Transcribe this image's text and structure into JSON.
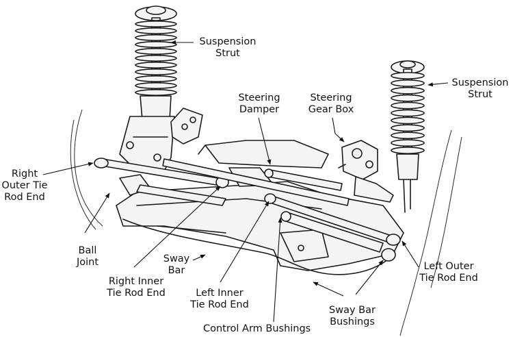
{
  "labels": {
    "suspension_strut_left": "Suspension\nStrut",
    "suspension_strut_right": "Suspension\nStrut",
    "steering_damper": "Steering\nDamper",
    "steering_gear_box": "Steering\nGear Box",
    "right_outer_tie_rod_end": "Right\nOuter Tie\nRod End",
    "ball_joint": "Ball\nJoint",
    "sway_bar": "Sway\nBar",
    "right_inner_tie_rod_end": "Right Inner\nTie Rod End",
    "left_inner_tie_rod_end": "Left Inner\nTie Rod End",
    "control_arm_bushings": "Control Arm Bushings",
    "sway_bar_bushings": "Sway Bar\nBushings",
    "left_outer_tie_rod_end": "Left Outer\nTie Rod End"
  },
  "style": {
    "line_color": "#1a1a1a",
    "fill_color": "#f4f4f4",
    "background": "#ffffff"
  }
}
